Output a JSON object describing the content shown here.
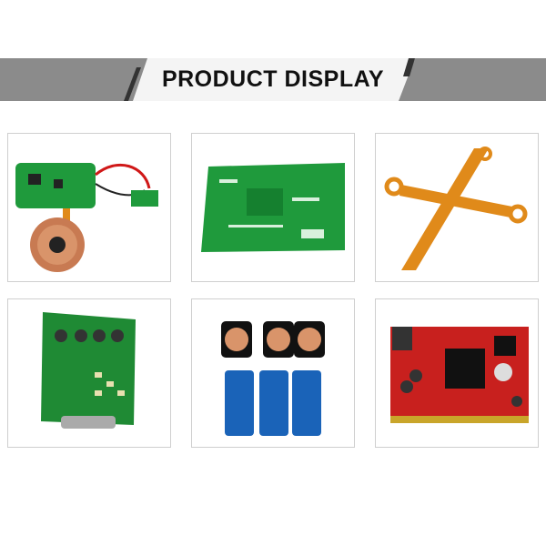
{
  "banner": {
    "title": "PRODUCT DISPLAY"
  },
  "products": [
    {
      "name": "wireless-charger-pcb"
    },
    {
      "name": "green-multilayer-pcb"
    },
    {
      "name": "flexible-pcb"
    },
    {
      "name": "green-pcb-assembly"
    },
    {
      "name": "blue-pcb-with-coils"
    },
    {
      "name": "red-core-module-pcb"
    }
  ],
  "colors": {
    "banner_gray": "#8a8a8a",
    "pcb_green": "#1f9a3c",
    "flex_orange": "#e08a1a",
    "pcb_red": "#c8201e",
    "pcb_blue": "#1a63b8"
  }
}
